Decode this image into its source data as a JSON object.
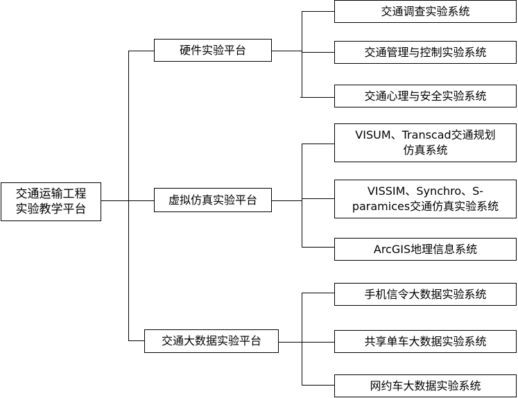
{
  "root": {
    "line1": "交通运输工程",
    "line2": "实验教学平台"
  },
  "platforms": [
    {
      "label": "硬件实验平台",
      "systems": [
        {
          "line1": "交通调查实验系统"
        },
        {
          "line1": "交通管理与控制实验系统"
        },
        {
          "line1": "交通心理与安全实验系统"
        }
      ]
    },
    {
      "label": "虚拟仿真实验平台",
      "systems": [
        {
          "line1": "VISUM、Transcad交通规划",
          "line2": "仿真系统"
        },
        {
          "line1": "VISSIM、Synchro、S-",
          "line2": "paramices交通仿真实验系统"
        },
        {
          "line1": "ArcGIS地理信息系统"
        }
      ]
    },
    {
      "label": "交通大数据实验平台",
      "systems": [
        {
          "line1": "手机信令大数据实验系统"
        },
        {
          "line1": "共享单车大数据实验系统"
        },
        {
          "line1": "网约车大数据实验系统"
        }
      ]
    }
  ]
}
